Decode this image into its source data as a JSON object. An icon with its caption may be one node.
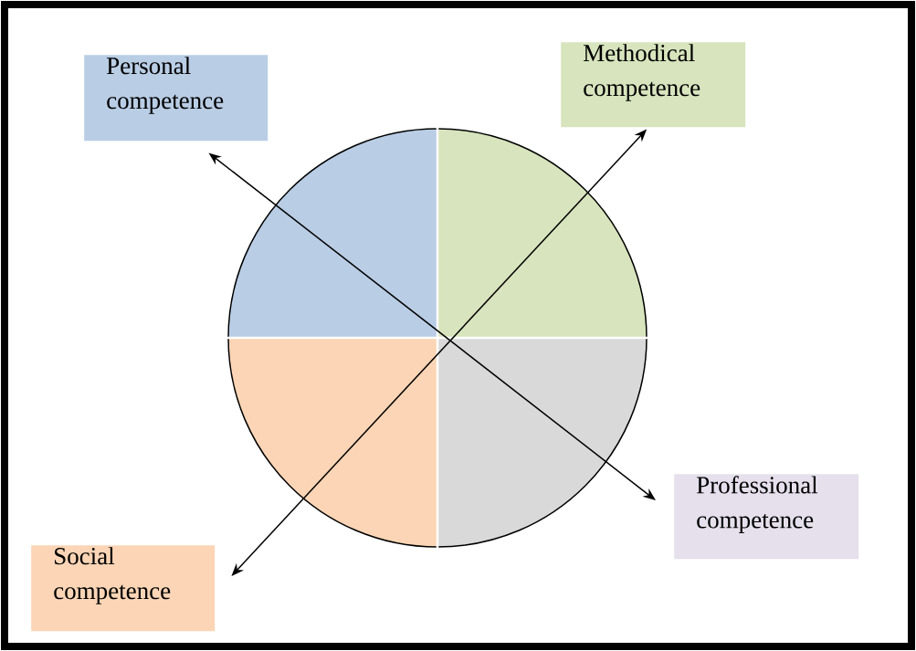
{
  "diagram": {
    "nodes": [
      {
        "text": [
          "Personal competence"
        ]
      },
      {
        "text": [
          "Methodical competence"
        ]
      },
      {
        "text": [
          "Professional competence"
        ]
      },
      {
        "text": [
          "Social competence"
        ]
      }
    ],
    "edges": [
      {
        "from": 0,
        "to": 2,
        "arrow": "both"
      },
      {
        "from": 1,
        "to": 3,
        "arrow": "both"
      }
    ]
  }
}
